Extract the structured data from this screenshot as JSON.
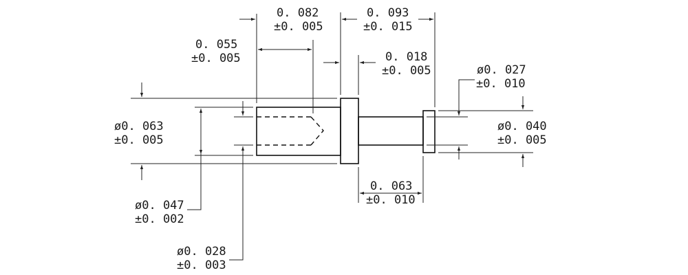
{
  "dimensions": {
    "overall_length_hole": {
      "value": "0. 082",
      "tolerance": "±0. 005"
    },
    "shank_length": {
      "value": "0. 093",
      "tolerance": "±0. 015"
    },
    "hole_depth": {
      "value": "0. 055",
      "tolerance": "±0. 005"
    },
    "flange_thickness": {
      "value": "0. 018",
      "tolerance": "±0. 005"
    },
    "tip_diameter": {
      "value": "ø0. 027",
      "tolerance": "±0. 010"
    },
    "barrel_diameter": {
      "value": "ø0. 063",
      "tolerance": "±0. 005"
    },
    "flange_diameter": {
      "value": "ø0. 040",
      "tolerance": "±0. 005"
    },
    "collar_offset": {
      "value": "0. 063",
      "tolerance": "±0. 010"
    },
    "hole_diameter": {
      "value": "ø0. 047",
      "tolerance": "±0. 002"
    },
    "wire_hole_diameter": {
      "value": "ø0. 028",
      "tolerance": "±0. 003"
    }
  }
}
